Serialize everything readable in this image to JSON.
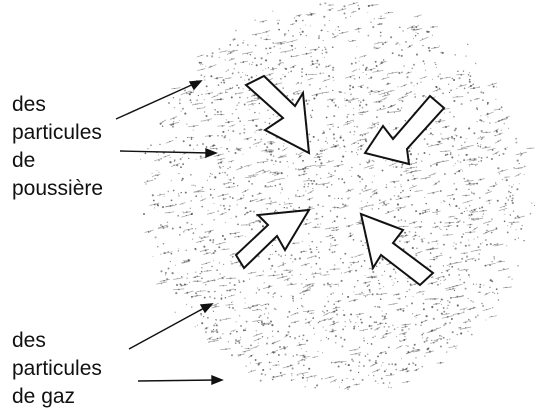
{
  "labels": {
    "dust": [
      "des",
      "particules",
      "de",
      "poussière"
    ],
    "gas": [
      "des",
      "particules",
      "de gaz"
    ]
  },
  "colors": {
    "ink": "#111111",
    "particles": "#555555",
    "background": "#ffffff"
  }
}
